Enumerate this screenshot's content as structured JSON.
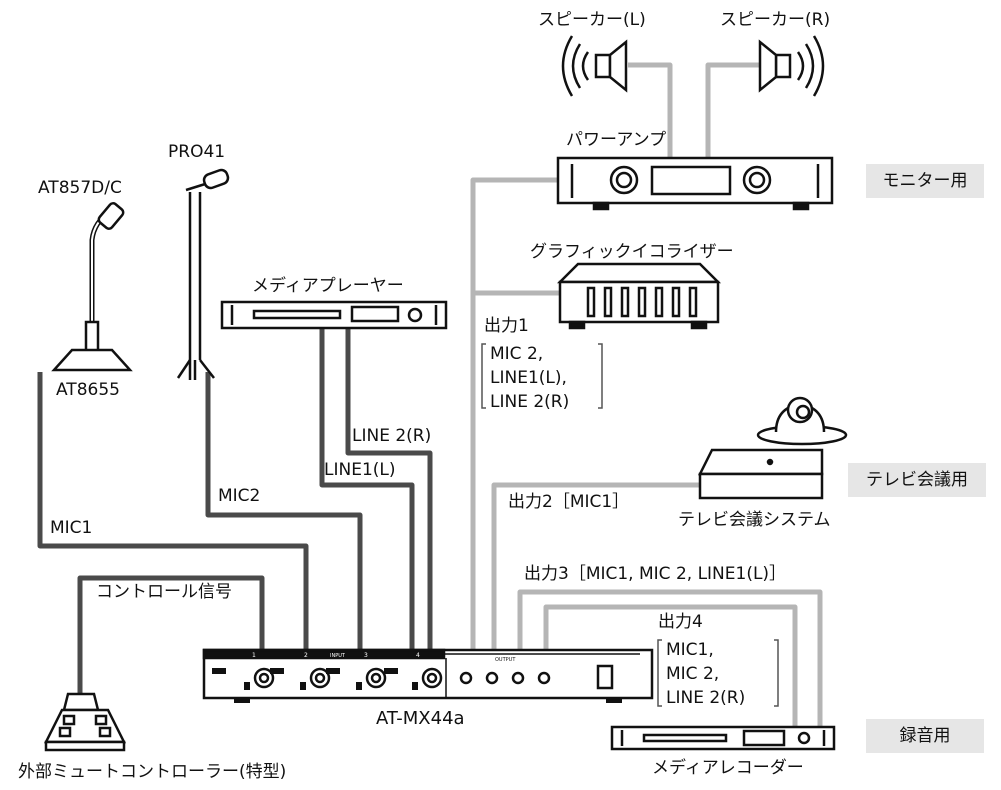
{
  "devices": {
    "speaker_left": "スピーカー(L)",
    "speaker_right": "スピーカー(R)",
    "power_amp": "パワーアンプ",
    "equalizer": "グラフィックイコライザー",
    "media_player": "メディアプレーヤー",
    "mic_at857": "AT857D/C",
    "mic_pro41": "PRO41",
    "mic_base": "AT8655",
    "video_conf": "テレビ会議システム",
    "mute_controller": "外部ミュートコントローラー(特型)",
    "mixer": "AT-MX44a",
    "media_recorder": "メディアレコーダー"
  },
  "connections": {
    "mic1": "MIC1",
    "mic2": "MIC2",
    "line1_l": "LINE1(L)",
    "line2_r": "LINE 2(R)",
    "control_signal": "コントロール信号"
  },
  "outputs": {
    "out1_title": "出力1",
    "out1_items": [
      "MIC 2,",
      "LINE1(L),",
      "LINE 2(R)"
    ],
    "out2": "出力2［MIC1］",
    "out3": "出力3［MIC1, MIC 2, LINE1(L)］",
    "out4_title": "出力4",
    "out4_items": [
      "MIC1,",
      "MIC 2,",
      "LINE 2(R)"
    ]
  },
  "usage_tags": {
    "monitor": "モニター用",
    "video_conf": "テレビ会議用",
    "recording": "録音用"
  },
  "mixer_panel": {
    "input_numbers": [
      "1",
      "2",
      "3",
      "4"
    ],
    "input_label": "INPUT",
    "output_label": "OUTPUT"
  },
  "colors": {
    "input_cable": "#4a4a4a",
    "output_cable": "#b5b5b5",
    "tag_background": "#e6e6e6"
  }
}
